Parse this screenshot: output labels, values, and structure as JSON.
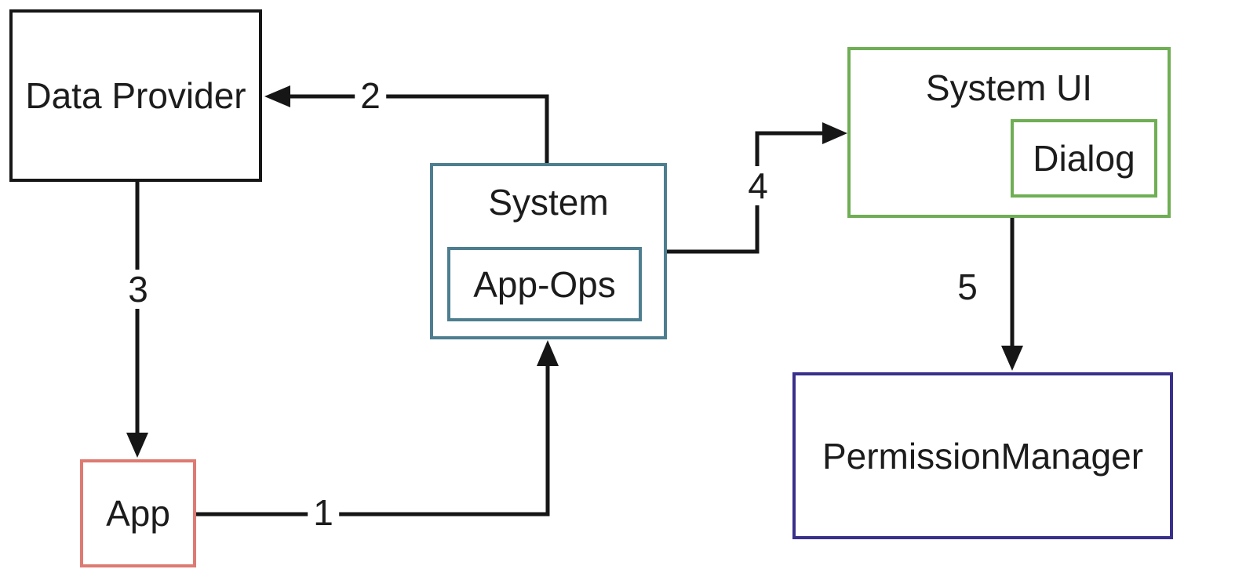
{
  "diagram": {
    "background": "#ffffff",
    "arrow_color": "#161616",
    "nodes": {
      "data_provider": {
        "label": "Data Provider",
        "border_color": "#161616"
      },
      "system": {
        "label": "System",
        "border_color": "#4d7e8f"
      },
      "app_ops": {
        "label": "App-Ops",
        "border_color": "#4d7e8f"
      },
      "system_ui": {
        "label": "System UI",
        "border_color": "#6fae54"
      },
      "dialog": {
        "label": "Dialog",
        "border_color": "#6fae54"
      },
      "app": {
        "label": "App",
        "border_color": "#dd7a72"
      },
      "permission_manager": {
        "label": "PermissionManager",
        "border_color": "#39308b"
      }
    },
    "edges": [
      {
        "label": "1",
        "from": "App",
        "to": "System"
      },
      {
        "label": "2",
        "from": "System",
        "to": "Data Provider"
      },
      {
        "label": "3",
        "from": "Data Provider",
        "to": "App"
      },
      {
        "label": "4",
        "from": "System",
        "to": "System UI"
      },
      {
        "label": "5",
        "from": "System UI",
        "to": "PermissionManager"
      }
    ]
  }
}
